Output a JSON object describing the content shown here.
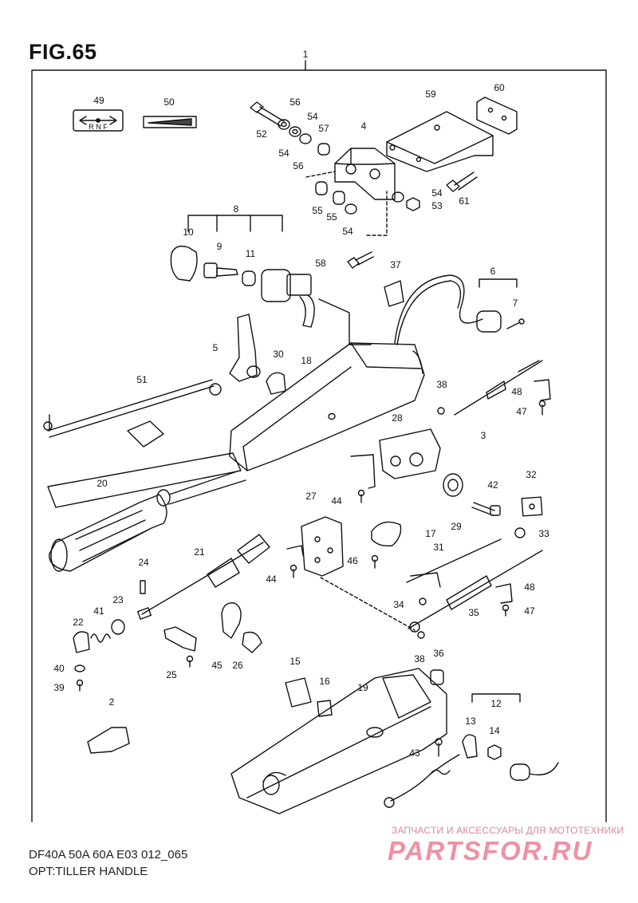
{
  "figure": {
    "title": "FIG.65",
    "callouts": [
      "1",
      "2",
      "3",
      "4",
      "5",
      "6",
      "7",
      "8",
      "9",
      "10",
      "11",
      "12",
      "13",
      "14",
      "15",
      "16",
      "17",
      "18",
      "19",
      "20",
      "21",
      "22",
      "23",
      "24",
      "25",
      "26",
      "27",
      "28",
      "29",
      "30",
      "31",
      "32",
      "33",
      "34",
      "35",
      "36",
      "37",
      "38",
      "39",
      "40",
      "41",
      "42",
      "43",
      "44",
      "45",
      "46",
      "47",
      "48",
      "49",
      "50",
      "51",
      "52",
      "53",
      "54",
      "55",
      "56",
      "57",
      "58",
      "59",
      "60",
      "61"
    ]
  },
  "footer": {
    "model_line": "DF40A 50A 60A E03 012_065",
    "section_line": "OPT:TILLER HANDLE"
  },
  "watermark": {
    "tagline": "ЗАПЧАСТИ И АКСЕССУАРЫ ДЛЯ МОТОТЕХНИКИ",
    "brand": "PARTSFOR.RU"
  },
  "shift_label": {
    "letters": "R N F"
  }
}
